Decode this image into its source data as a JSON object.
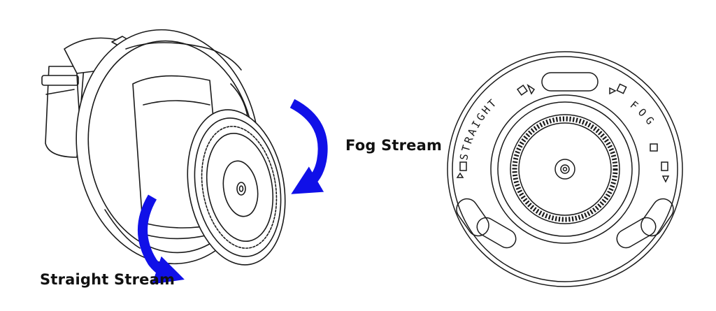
{
  "labels": {
    "fog_stream": "Fog Stream",
    "straight_stream": "Straight Stream"
  },
  "dial": {
    "straight_text": "STRAIGHT",
    "fog_text": "FOG"
  },
  "colors": {
    "arrow": "#1010e8",
    "line": "#1a1a1a",
    "background": "#ffffff"
  },
  "icons": {
    "rotation_arrow": "curved-arrow-icon"
  }
}
